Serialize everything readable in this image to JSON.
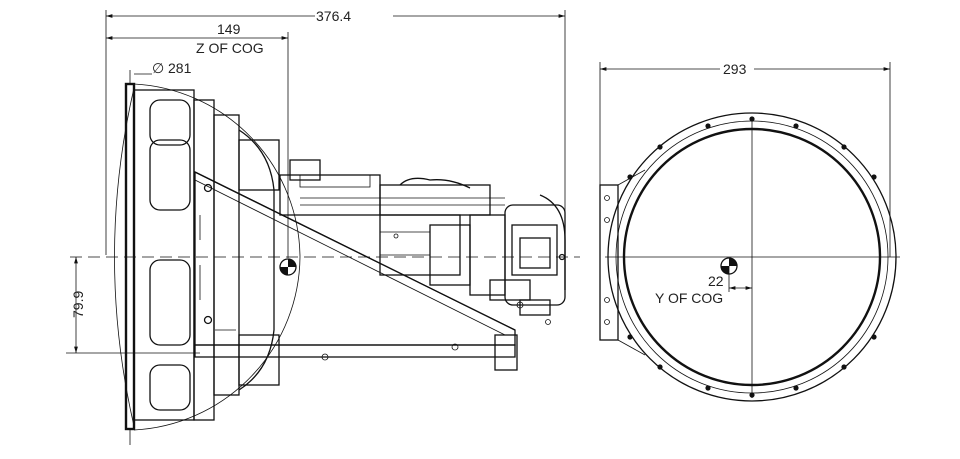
{
  "dimensions": {
    "overall_length": "376.4",
    "z_cog_value": "149",
    "z_cog_label": "Z OF COG",
    "diameter_value": "281",
    "diameter_symbol": "∅",
    "height_offset": "79.9",
    "overall_width": "293",
    "y_cog_value": "22",
    "y_cog_label": "Y OF COG"
  }
}
